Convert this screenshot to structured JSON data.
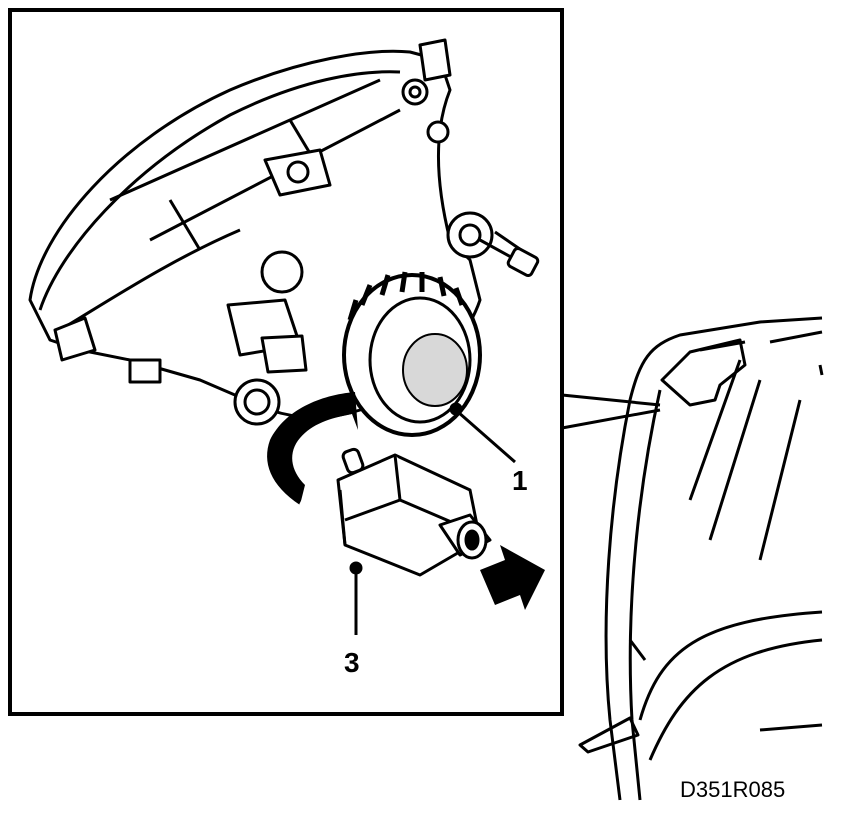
{
  "diagram": {
    "reference_code": "D351R085",
    "callouts": [
      {
        "id": "1",
        "label": "1"
      },
      {
        "id": "3",
        "label": "3"
      }
    ],
    "colors": {
      "ink": "#000000",
      "paper": "#ffffff",
      "shade": "#d8d8d8"
    }
  }
}
